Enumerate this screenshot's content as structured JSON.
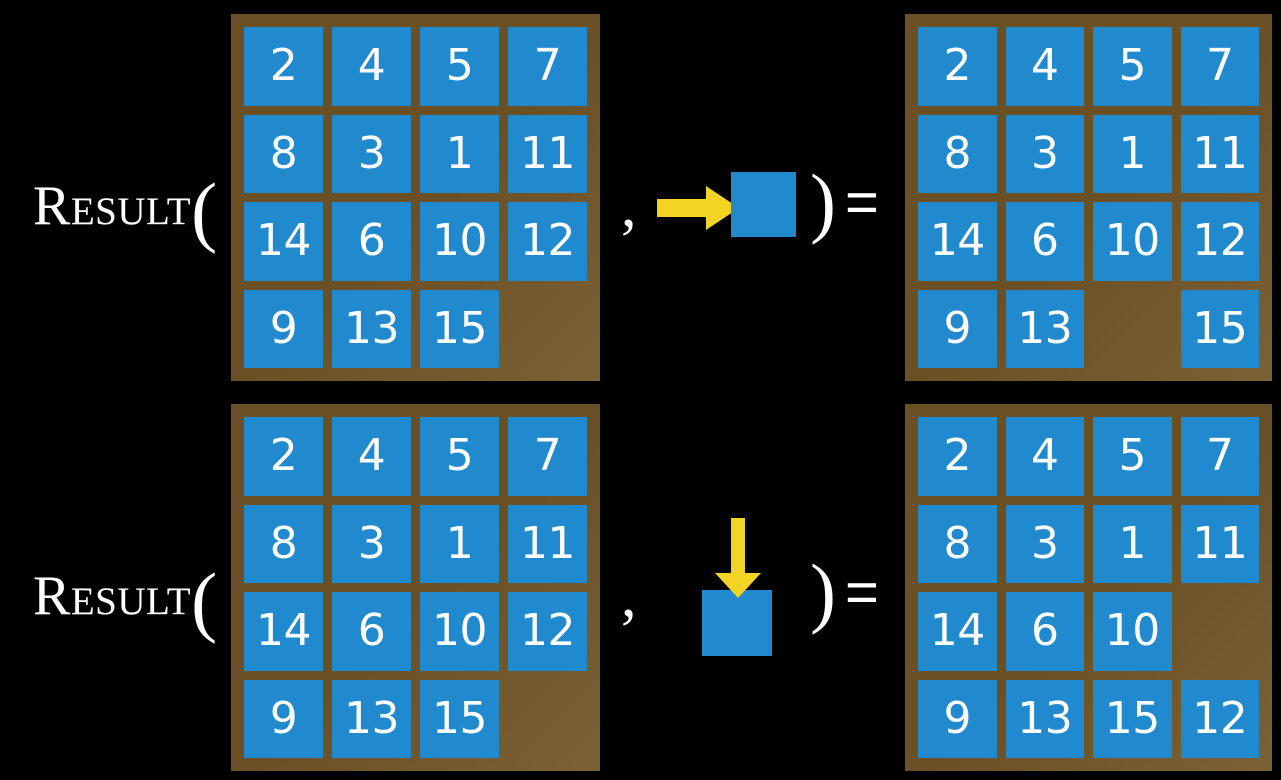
{
  "page": {
    "background_color": "#000000",
    "tile_color": "#2189ce",
    "board_color": "#6b5025",
    "arrow_color": "#f2d425",
    "text_color": "#ffffff"
  },
  "notation": {
    "function_name": "Result",
    "open_paren": "(",
    "close_paren": ")",
    "comma": ",",
    "equals": "="
  },
  "rows": [
    {
      "id": "row-move-right",
      "label": "Result",
      "move_direction": "right",
      "move_icon": "arrow-right-icon",
      "input_board": {
        "name": "input-board-row1",
        "rows": 4,
        "cols": 4,
        "cells": [
          [
            "2",
            "4",
            "5",
            "7"
          ],
          [
            "8",
            "3",
            "1",
            "11"
          ],
          [
            "14",
            "6",
            "10",
            "12"
          ],
          [
            "9",
            "13",
            "15",
            ""
          ]
        ]
      },
      "output_board": {
        "name": "output-board-row1",
        "rows": 4,
        "cols": 4,
        "cells": [
          [
            "2",
            "4",
            "5",
            "7"
          ],
          [
            "8",
            "3",
            "1",
            "11"
          ],
          [
            "14",
            "6",
            "10",
            "12"
          ],
          [
            "9",
            "13",
            "",
            "15"
          ]
        ]
      }
    },
    {
      "id": "row-move-down",
      "label": "Result",
      "move_direction": "down",
      "move_icon": "arrow-down-icon",
      "input_board": {
        "name": "input-board-row2",
        "rows": 4,
        "cols": 4,
        "cells": [
          [
            "2",
            "4",
            "5",
            "7"
          ],
          [
            "8",
            "3",
            "1",
            "11"
          ],
          [
            "14",
            "6",
            "10",
            "12"
          ],
          [
            "9",
            "13",
            "15",
            ""
          ]
        ]
      },
      "output_board": {
        "name": "output-board-row2",
        "rows": 4,
        "cols": 4,
        "cells": [
          [
            "2",
            "4",
            "5",
            "7"
          ],
          [
            "8",
            "3",
            "1",
            "11"
          ],
          [
            "14",
            "6",
            "10",
            ""
          ],
          [
            "9",
            "13",
            "15",
            "12"
          ]
        ]
      }
    }
  ]
}
